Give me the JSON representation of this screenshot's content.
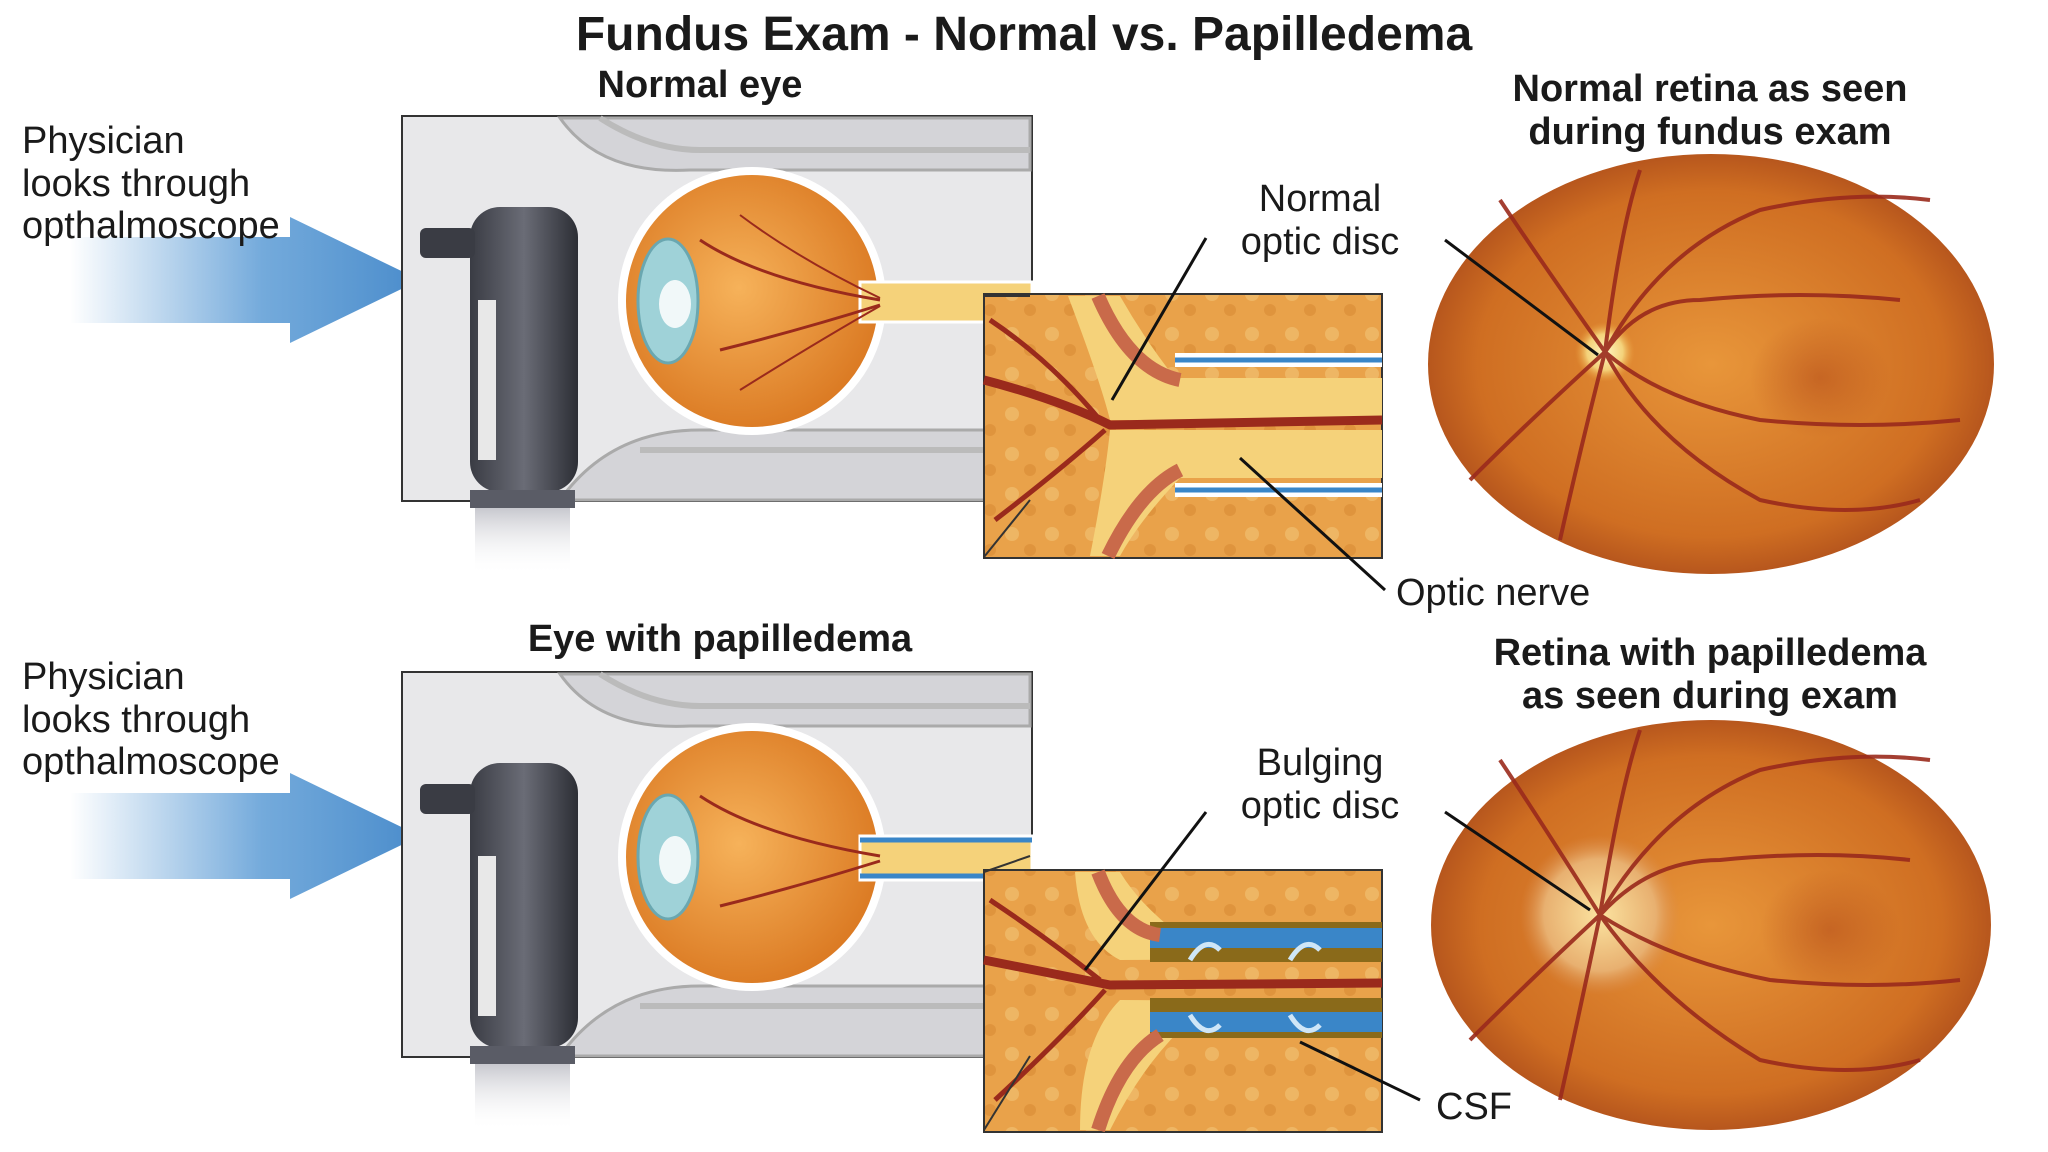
{
  "title": "Fundus Exam - Normal vs. Papilledema",
  "normal": {
    "heading": "Normal eye",
    "physician_label": [
      "Physician",
      "looks through",
      "opthalmoscope"
    ],
    "disc_label": [
      "Normal",
      "optic disc"
    ],
    "nerve_label": "Optic nerve",
    "retina_heading": [
      "Normal retina as seen",
      "during fundus exam"
    ]
  },
  "papilledema": {
    "heading": "Eye with papilledema",
    "physician_label": [
      "Physician",
      "looks through",
      "opthalmoscope"
    ],
    "disc_label": [
      "Bulging",
      "optic disc"
    ],
    "csf_label": "CSF",
    "retina_heading": [
      "Retina with papilledema",
      "as seen during exam"
    ]
  },
  "colors": {
    "arrow": "#5b9bd5",
    "retina": "#d77a2a",
    "vessel": "#9a2a1c",
    "nerve": "#f5d27a",
    "csf": "#3a86c8",
    "bone": "#cfcfcf"
  }
}
